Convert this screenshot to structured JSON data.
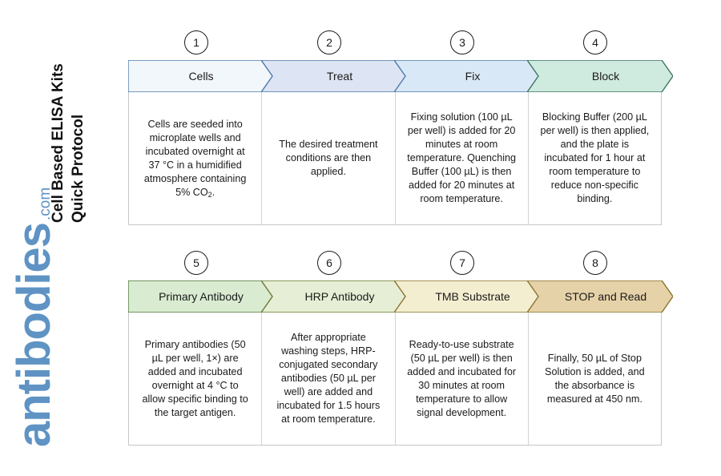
{
  "title": {
    "line1": "Cell Based ELISA Kits",
    "line2": "Quick Protocol"
  },
  "logo": {
    "word": "antibodies",
    "tld": ".com",
    "color": "#5f93c4"
  },
  "rows": [
    {
      "id": "row-1",
      "steps": [
        {
          "number": "1",
          "label": "Cells",
          "body": "Cells are seeded into microplate wells and incubated overnight at 37 °C in a humidified atmosphere containing 5% CO₂.",
          "fill": "#f2f7fc",
          "stroke": "#4e7ba8"
        },
        {
          "number": "2",
          "label": "Treat",
          "body": "The desired treatment conditions are then applied.",
          "fill": "#dde4f4",
          "stroke": "#4e7ba8"
        },
        {
          "number": "3",
          "label": "Fix",
          "body": "Fixing solution (100 µL per well) is added for 20 minutes at room temperature. Quenching Buffer (100 µL) is then added for 20 minutes at room temperature.",
          "fill": "#d9e8f7",
          "stroke": "#4e7ba8"
        },
        {
          "number": "4",
          "label": "Block",
          "body": "Blocking Buffer (200 µL per well) is then applied, and the plate is incubated for 1 hour at room temperature to reduce non-specific binding.",
          "fill": "#cfeade",
          "stroke": "#3f7566"
        }
      ]
    },
    {
      "id": "row-2",
      "steps": [
        {
          "number": "5",
          "label": "Primary Antibody",
          "body": "Primary antibodies (50 µL per well, 1×) are added and incubated overnight at 4 °C to allow specific binding to the target antigen.",
          "fill": "#d9ecd1",
          "stroke": "#4f7a3a"
        },
        {
          "number": "6",
          "label": "HRP Antibody",
          "body": "After appropriate washing steps, HRP-conjugated secondary antibodies (50 µL per well) are added and incubated for 1.5 hours at room temperature.",
          "fill": "#e6eed5",
          "stroke": "#6b7a35"
        },
        {
          "number": "7",
          "label": "TMB Substrate",
          "body": "Ready-to-use substrate (50 µL per well) is then added and incubated for 30 minutes at room temperature to allow signal development.",
          "fill": "#f4eed0",
          "stroke": "#8a7431"
        },
        {
          "number": "8",
          "label": "STOP and Read",
          "body": "Finally, 50 µL of Stop Solution is added, and the absorbance is measured at 450 nm.",
          "fill": "#e6d2a8",
          "stroke": "#8a7431"
        }
      ]
    }
  ]
}
